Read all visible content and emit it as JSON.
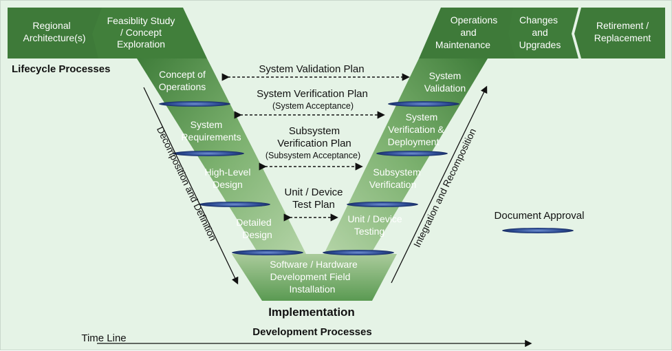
{
  "top_bar": {
    "regional": [
      "Regional",
      "Architecture(s)"
    ],
    "feasibility": [
      "Feasiblity Study",
      "/ Concept",
      "Exploration"
    ],
    "operations": [
      "Operations",
      "and",
      "Maintenance"
    ],
    "changes": [
      "Changes",
      "and",
      "Upgrades"
    ],
    "retirement": [
      "Retirement /",
      "Replacement"
    ]
  },
  "lifecycle_label": "Lifecycle Processes",
  "left_arm": {
    "concept": [
      "Concept of",
      "Operations"
    ],
    "system_req": [
      "System",
      "Requirements"
    ],
    "high_level": [
      "High-Level",
      "Design"
    ],
    "detailed": [
      "Detailed",
      "Design"
    ]
  },
  "right_arm": {
    "validation": [
      "System",
      "Validation"
    ],
    "verification": [
      "System",
      "Verification &",
      "Deployment"
    ],
    "subsystem": [
      "Subsystem",
      "Verification"
    ],
    "unit": [
      "Unit / Device",
      "Testing"
    ]
  },
  "bottom_block": [
    "Software / Hardware",
    "Development Field",
    "Installation"
  ],
  "plans": {
    "validation": "System Validation Plan",
    "verification": "System Verification Plan",
    "verification_sub": "(System Acceptance)",
    "subsystem": [
      "Subsystem",
      "Verification Plan"
    ],
    "subsystem_sub": "(Subsystem Acceptance)",
    "unit": [
      "Unit / Device",
      "Test Plan"
    ]
  },
  "left_arrow_label": "Decomposition and Definition",
  "right_arrow_label": "Integration and Recomposition",
  "legend_label": "Document Approval",
  "implementation_label": "Implementation",
  "development_label": "Development Processes",
  "timeline_label": "Time Line"
}
